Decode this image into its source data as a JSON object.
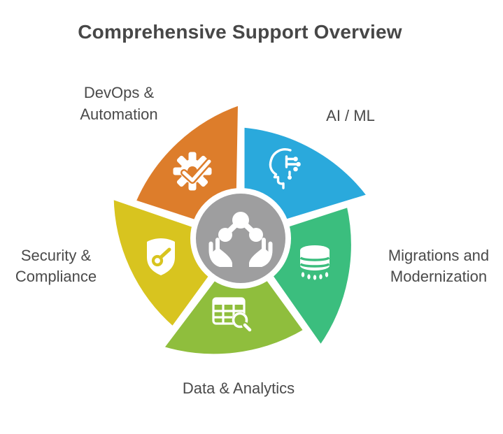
{
  "title": {
    "text": "Comprehensive Support Overview",
    "color": "#474747"
  },
  "text_color": "#4A4A4A",
  "background": "#FFFFFF",
  "center_hub": {
    "icon": "hands-holding-molecule-icon",
    "color": "#9E9E9F",
    "ring_color": "#FFFFFF"
  },
  "segments": [
    {
      "name": "DevOps & Automation",
      "label": "DevOps &\nAutomation",
      "color": "#DD7D2B",
      "icon": "gear-checkmark-icon"
    },
    {
      "name": "AI / ML",
      "label": "AI / ML",
      "color": "#2AA9DC",
      "icon": "ai-head-circuit-icon"
    },
    {
      "name": "Migrations and Modernization",
      "label": "Migrations and\nModernization",
      "color": "#3BBE7E",
      "icon": "database-migration-icon"
    },
    {
      "name": "Data & Analytics",
      "label": "Data & Analytics",
      "color": "#8FBE3D",
      "icon": "table-magnifier-icon"
    },
    {
      "name": "Security & Compliance",
      "label": "Security &\nCompliance",
      "color": "#D8C41F",
      "icon": "shield-key-icon"
    }
  ]
}
